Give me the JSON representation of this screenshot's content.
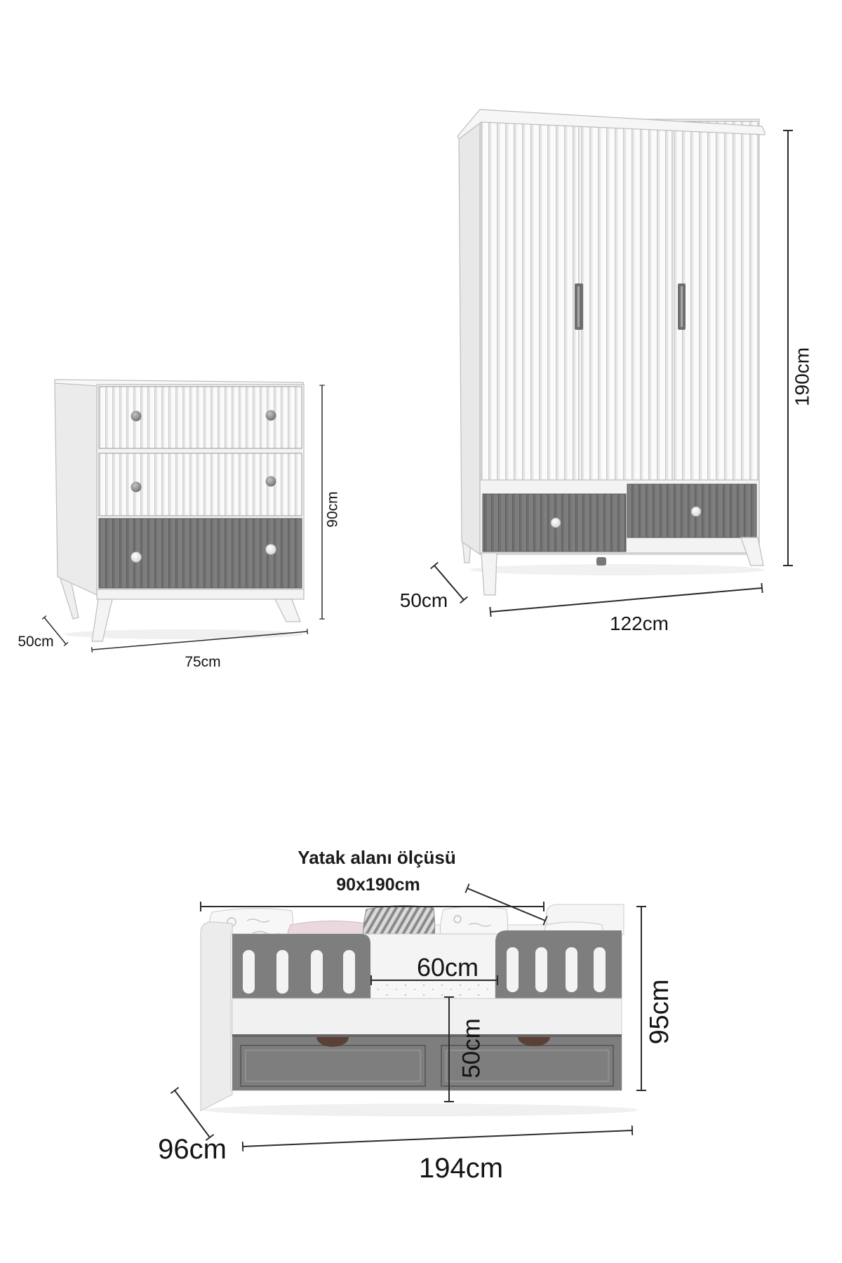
{
  "dresser": {
    "height_label": "90cm",
    "width_label": "75cm",
    "depth_label": "50cm"
  },
  "wardrobe": {
    "height_label": "190cm",
    "width_label": "122cm",
    "depth_label": "50cm"
  },
  "bed": {
    "caption_title": "Yatak alanı ölçüsü",
    "caption_size": "90x190cm",
    "rail_gap_label": "60cm",
    "rail_height_label": "50cm",
    "height_label": "95cm",
    "depth_label": "96cm",
    "width_label": "194cm"
  },
  "colors": {
    "panel_gray": "#7e7e7e",
    "panel_white": "#f3f3f3",
    "dimension_line": "#2b2b2b",
    "handle_cutout": "#5a4037"
  }
}
